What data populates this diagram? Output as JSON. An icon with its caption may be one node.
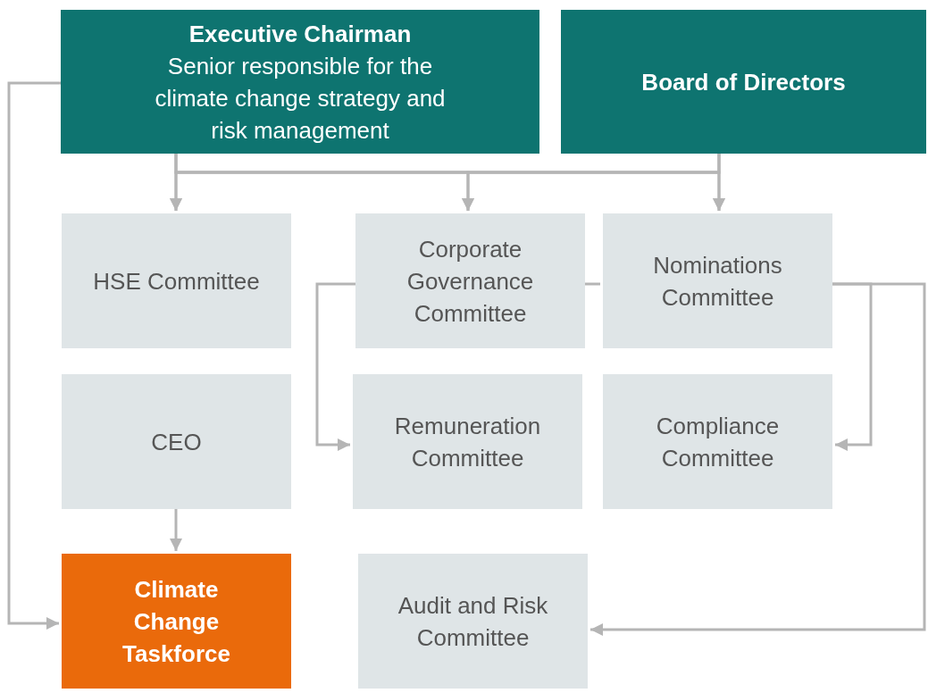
{
  "diagram": {
    "nodes": [
      {
        "text": [
          "Executive Chairman",
          "Senior responsible for the climate change strategy and risk management"
        ]
      },
      {
        "text": [
          "Board of Directors"
        ]
      },
      {
        "text": [
          "HSE Committee"
        ]
      },
      {
        "text": [
          "Corporate Governance Committee"
        ]
      },
      {
        "text": [
          "Nominations Committee"
        ]
      },
      {
        "text": [
          "CEO"
        ]
      },
      {
        "text": [
          "Remuneration Committee"
        ]
      },
      {
        "text": [
          "Compliance Committee"
        ]
      },
      {
        "text": [
          "Climate Change Taskforce"
        ]
      },
      {
        "text": [
          "Audit and Risk Committee"
        ]
      }
    ],
    "edges": [
      {
        "from": 0,
        "to": 2,
        "arrow": "to"
      },
      {
        "from": 0,
        "to": 3,
        "arrow": "to"
      },
      {
        "from": 0,
        "to": 4,
        "arrow": "to"
      },
      {
        "from": 1,
        "to": 2,
        "arrow": "to"
      },
      {
        "from": 1,
        "to": 3,
        "arrow": "to"
      },
      {
        "from": 1,
        "to": 4,
        "arrow": "to"
      },
      {
        "from": 0,
        "to": 8,
        "arrow": "to"
      },
      {
        "from": 5,
        "to": 8,
        "arrow": "to"
      },
      {
        "from": 3,
        "to": 6,
        "arrow": "to"
      },
      {
        "from": 3,
        "to": 4,
        "arrow": "none"
      },
      {
        "from": 4,
        "to": 7,
        "arrow": "to"
      },
      {
        "from": 4,
        "to": 9,
        "arrow": "to"
      }
    ]
  }
}
